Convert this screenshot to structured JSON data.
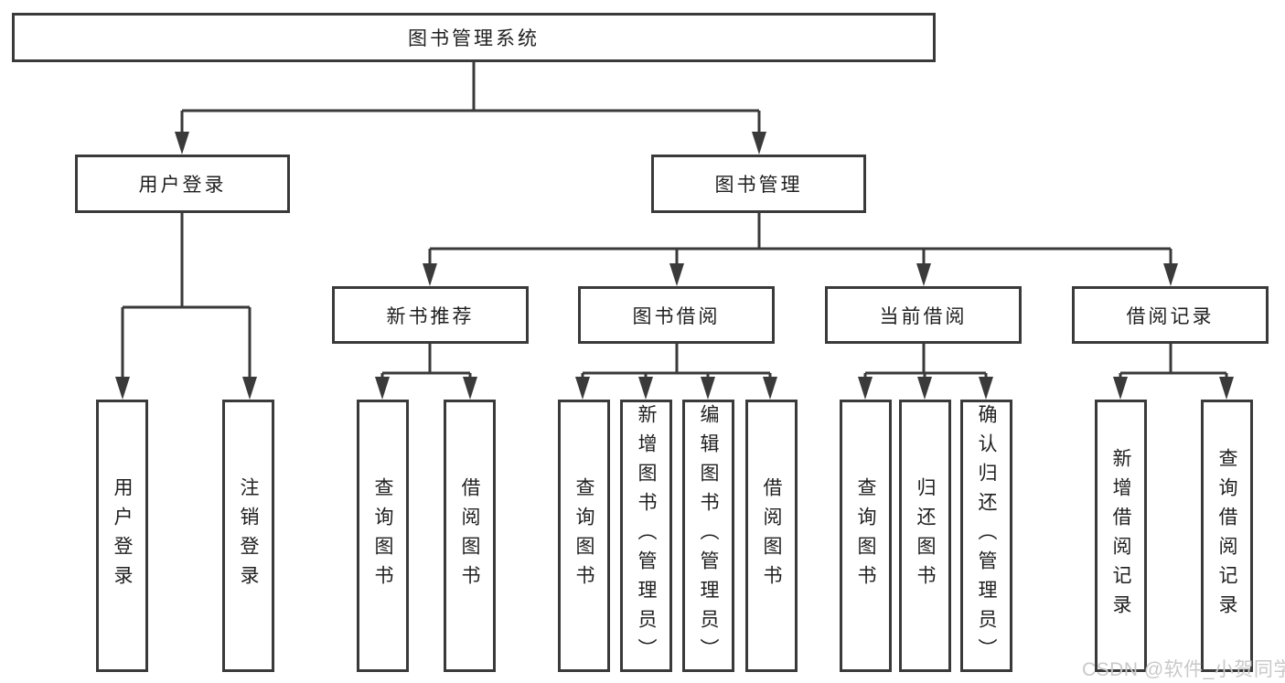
{
  "diagram": {
    "title": "图书管理系统",
    "level2": [
      {
        "label": "用户登录"
      },
      {
        "label": "图书管理"
      }
    ],
    "level3": [
      {
        "label": "新书推荐"
      },
      {
        "label": "图书借阅"
      },
      {
        "label": "当前借阅"
      },
      {
        "label": "借阅记录"
      }
    ],
    "leaves": [
      {
        "label": "用户登录"
      },
      {
        "label": "注销登录"
      },
      {
        "label": "查询图书"
      },
      {
        "label": "借阅图书"
      },
      {
        "label": "查询图书"
      },
      {
        "label": "新增图书（管理员）"
      },
      {
        "label": "编辑图书（管理员）"
      },
      {
        "label": "借阅图书"
      },
      {
        "label": "查询图书"
      },
      {
        "label": "归还图书"
      },
      {
        "label": "确认归还（管理员）"
      },
      {
        "label": "新增借阅记录"
      },
      {
        "label": "查询借阅记录"
      }
    ]
  },
  "watermark": {
    "text": "CSDN @软件_小贺同学"
  },
  "colors": {
    "line": "#3a3a3a",
    "text": "#1f1f1f",
    "box_background": "#ffffff",
    "watermark": "#c9c9c9",
    "background": "#ffffff"
  }
}
